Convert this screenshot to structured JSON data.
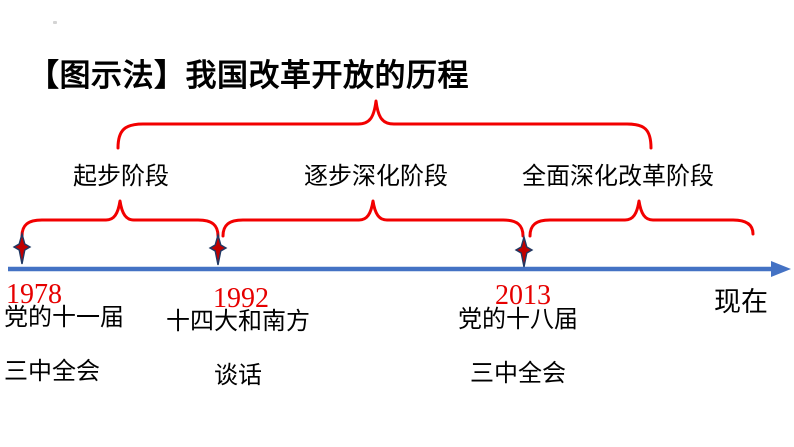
{
  "title": "【图示法】我国改革开放的历程",
  "colors": {
    "brace_red": "#f20000",
    "timeline_blue": "#4472C4",
    "year_red": "#e60000",
    "star_fill": "#c00000",
    "star_outline": "#1f3864",
    "text_black": "#000000"
  },
  "stages": [
    {
      "label": "起步阶段"
    },
    {
      "label": "逐步深化阶段"
    },
    {
      "label": "全面深化改革阶段"
    }
  ],
  "timeline": {
    "type": "timeline",
    "end_label": "现在",
    "events": [
      {
        "year": "1978",
        "lines": [
          "党的十一届",
          "三中全会"
        ]
      },
      {
        "year": "1992",
        "lines": [
          "十四大和南方",
          "谈话"
        ]
      },
      {
        "year": "2013",
        "lines": [
          "党的十八届",
          "三中全会"
        ]
      }
    ]
  }
}
